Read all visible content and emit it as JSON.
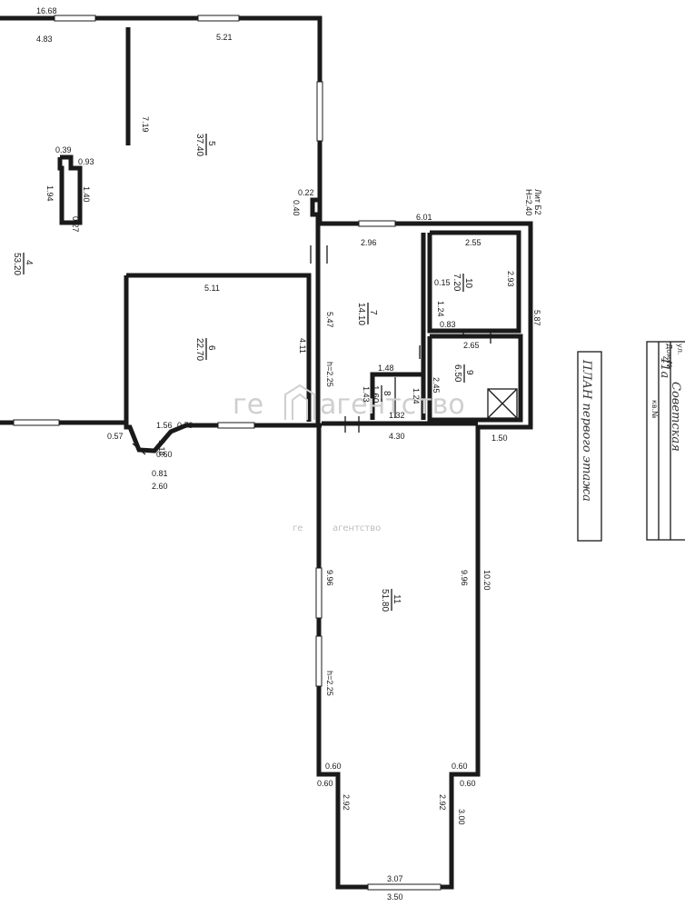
{
  "dimensions": {
    "top_total": "16.68",
    "top_left": "4.83",
    "top_right": "5.21",
    "partition_left": "7.19",
    "col_a": "0.39",
    "col_b": "0.93",
    "col_c": "1.94",
    "col_d": "1.40",
    "col_e": "0.27",
    "niche_a": "0.22",
    "niche_b": "0.40",
    "r6_top": "5.11",
    "r6_right": "4.11",
    "bay_a": "1.56",
    "bay_b": "1.18",
    "bay_c": "0.79",
    "bay_d": "0.57",
    "bay_e": "0.60",
    "bay_f": "0.81",
    "bay_g": "2.60",
    "east_top": "6.01",
    "r7_top": "2.96",
    "r7_left": "5.47",
    "r10_top": "2.55",
    "r10_right": "2.93",
    "r10_a": "0.15",
    "r10_b": "1.24",
    "r10_c": "0.83",
    "east_right": "5.87",
    "r9_top": "2.65",
    "r9_left": "2.45",
    "r8_top": "1.48",
    "r8_left": "1.43",
    "r8_right": "1.24",
    "r8_bottom": "1.32",
    "mid_bottom": "4.30",
    "east_bottom": "1.50",
    "r11_left": "9.96",
    "r11_right": "9.96",
    "r11_outer": "10.20",
    "neck_l_in": "0.60",
    "neck_l_out": "0.60",
    "neck_r_in": "0.60",
    "neck_r_out": "0.60",
    "neck_l_len": "2.92",
    "neck_r_len": "2.92",
    "neck_r_outer": "3.00",
    "bottom_in": "3.07",
    "bottom_out": "3.50"
  },
  "heights": {
    "h_litb": "Лит Б2",
    "h_240": "H=2.40",
    "h_225_a": "h=2.25",
    "h_225_b": "h=2.25"
  },
  "rooms": [
    {
      "num": "4",
      "area": "53.20"
    },
    {
      "num": "5",
      "area": "37.40"
    },
    {
      "num": "6",
      "area": "22.70"
    },
    {
      "num": "7",
      "area": "14.10"
    },
    {
      "num": "8",
      "area": "1.60"
    },
    {
      "num": "9",
      "area": "6.50"
    },
    {
      "num": "10",
      "area": "7.20"
    },
    {
      "num": "11",
      "area": "51.80"
    }
  ],
  "watermark": {
    "logo_text": "ге",
    "brand": "агентство"
  },
  "stamp": {
    "title": "ПЛАН первого этажа",
    "field_street": "ул.",
    "field_house": "Дом №",
    "field_flat": "кв.№",
    "street_value": "Советская",
    "house_value": "41а"
  },
  "colors": {
    "ink": "#1a1a1a",
    "watermark": "#cfcfcf"
  }
}
